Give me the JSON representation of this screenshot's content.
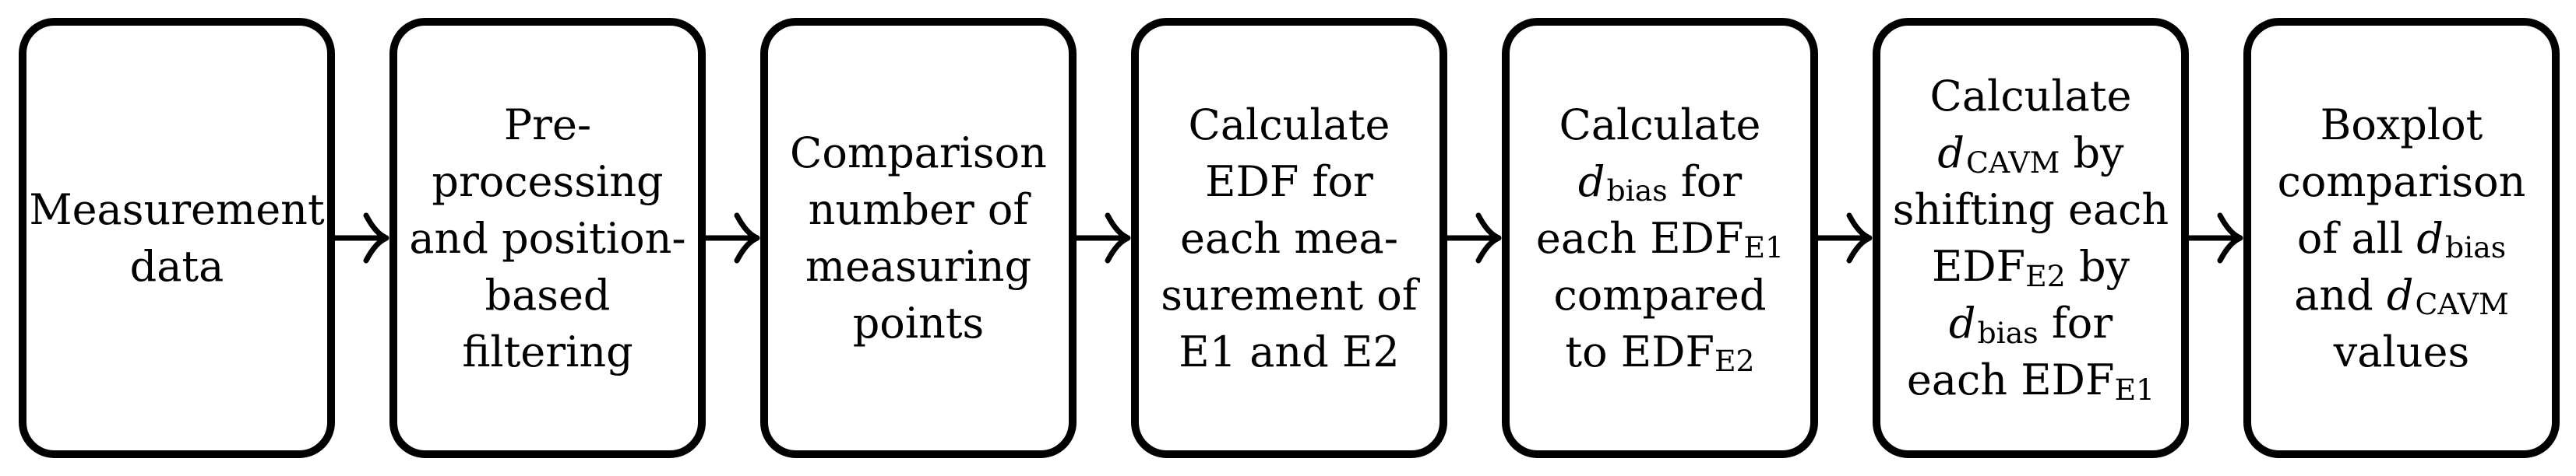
{
  "diagram": {
    "type": "flowchart",
    "direction": "left-to-right",
    "colors": {
      "stroke": "#000000",
      "box_fill": "#ffffff",
      "text": "#000000",
      "background": "#ffffff"
    },
    "boxes": [
      {
        "id": 1,
        "label": "Measurement data",
        "lines": [
          [
            {
              "text": "Measurement"
            }
          ],
          [
            {
              "text": "data"
            }
          ]
        ]
      },
      {
        "id": 2,
        "label": "Pre-processing and position-based filtering",
        "lines": [
          [
            {
              "text": "Pre-"
            }
          ],
          [
            {
              "text": "processing"
            }
          ],
          [
            {
              "text": "and position-"
            }
          ],
          [
            {
              "text": "based"
            }
          ],
          [
            {
              "text": "filtering"
            }
          ]
        ]
      },
      {
        "id": 3,
        "label": "Comparison number of measuring points",
        "lines": [
          [
            {
              "text": "Comparison"
            }
          ],
          [
            {
              "text": "number of"
            }
          ],
          [
            {
              "text": "measuring"
            }
          ],
          [
            {
              "text": "points"
            }
          ]
        ]
      },
      {
        "id": 4,
        "label": "Calculate EDF for each measurement of E1 and E2",
        "lines": [
          [
            {
              "text": "Calculate"
            }
          ],
          [
            {
              "text": "EDF for"
            }
          ],
          [
            {
              "text": "each mea-"
            }
          ],
          [
            {
              "text": "surement of"
            }
          ],
          [
            {
              "text": "E1 and E2"
            }
          ]
        ]
      },
      {
        "id": 5,
        "label": "Calculate d_bias for each EDF_E1 compared to EDF_E2",
        "lines": [
          [
            {
              "text": "Calculate"
            }
          ],
          [
            {
              "var": "d",
              "sub": "bias"
            },
            {
              "text": " for"
            }
          ],
          [
            {
              "text": "each "
            },
            {
              "text": "EDF",
              "sub": "E1"
            }
          ],
          [
            {
              "text": "compared"
            }
          ],
          [
            {
              "text": "to "
            },
            {
              "text": "EDF",
              "sub": "E2"
            }
          ]
        ]
      },
      {
        "id": 6,
        "label": "Calculate d_CAVM by shifting each EDF_E2 by d_bias for each EDF_E1",
        "lines": [
          [
            {
              "text": "Calculate"
            }
          ],
          [
            {
              "var": "d",
              "sub": "CAVM"
            },
            {
              "text": " by"
            }
          ],
          [
            {
              "text": "shifting each"
            }
          ],
          [
            {
              "text": "EDF",
              "sub": "E2"
            },
            {
              "text": " by"
            }
          ],
          [
            {
              "var": "d",
              "sub": "bias"
            },
            {
              "text": " for"
            }
          ],
          [
            {
              "text": "each "
            },
            {
              "text": "EDF",
              "sub": "E1"
            }
          ]
        ]
      },
      {
        "id": 7,
        "label": "Boxplot comparison of all d_bias and d_CAVM values",
        "lines": [
          [
            {
              "text": "Boxplot"
            }
          ],
          [
            {
              "text": "comparison"
            }
          ],
          [
            {
              "text": "of all "
            },
            {
              "var": "d",
              "sub": "bias"
            }
          ],
          [
            {
              "text": "and "
            },
            {
              "var": "d",
              "sub": "CAVM"
            }
          ],
          [
            {
              "text": "values"
            }
          ]
        ]
      }
    ],
    "arrows": [
      {
        "from": 1,
        "to": 2
      },
      {
        "from": 2,
        "to": 3
      },
      {
        "from": 3,
        "to": 4
      },
      {
        "from": 4,
        "to": 5
      },
      {
        "from": 5,
        "to": 6
      },
      {
        "from": 6,
        "to": 7
      }
    ]
  }
}
